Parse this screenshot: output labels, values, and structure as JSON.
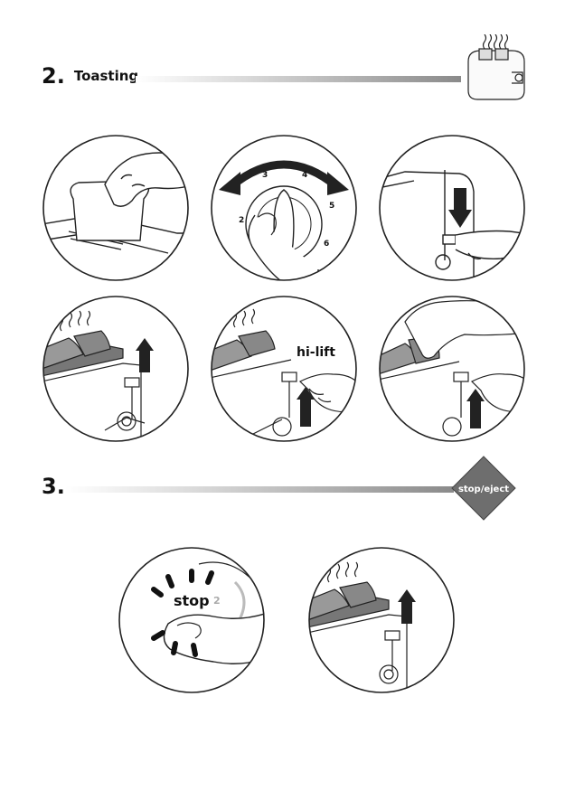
{
  "section2": {
    "number": "2",
    "title": "Toasting"
  },
  "section3": {
    "number": "3"
  },
  "stop_eject_badge": {
    "label": "stop/eject",
    "color": "#6e6e6e"
  },
  "dial": {
    "numbers": [
      "2",
      "3",
      "4",
      "5",
      "6"
    ]
  },
  "hilift": {
    "label": "hi-lift"
  },
  "stop_button": {
    "label": "stop",
    "number": "2"
  },
  "icons": {
    "toaster_icon": "toaster-steam-icon",
    "up_arrow": "arrow-up-icon",
    "down_arrow": "arrow-down-icon",
    "rotate_arrow": "rotate-arrow-icon"
  }
}
